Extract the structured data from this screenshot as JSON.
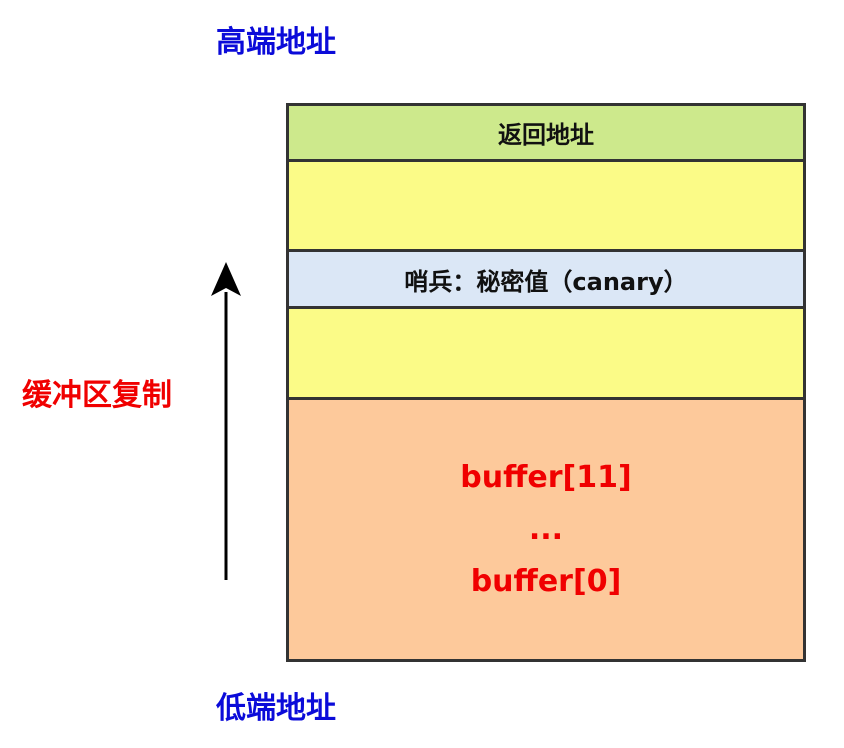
{
  "labels": {
    "high": "高端地址",
    "low": "低端地址",
    "copy_direction": "缓冲区复制"
  },
  "stack": {
    "return_address": "返回地址",
    "canary": "哨兵：秘密值（canary）",
    "buffer_lines": [
      "buffer[11]",
      "...",
      "buffer[0]"
    ]
  },
  "colors": {
    "address_label": "#0b0bd9",
    "copy_label": "#f00000",
    "return_block": "#cde98c",
    "padding_block": "#fbfb87",
    "canary_block": "#dbe7f6",
    "buffer_block": "#fdc99b",
    "buffer_text": "#f00000",
    "border": "#333333"
  },
  "icons": {
    "arrow": "up-arrow-icon"
  }
}
